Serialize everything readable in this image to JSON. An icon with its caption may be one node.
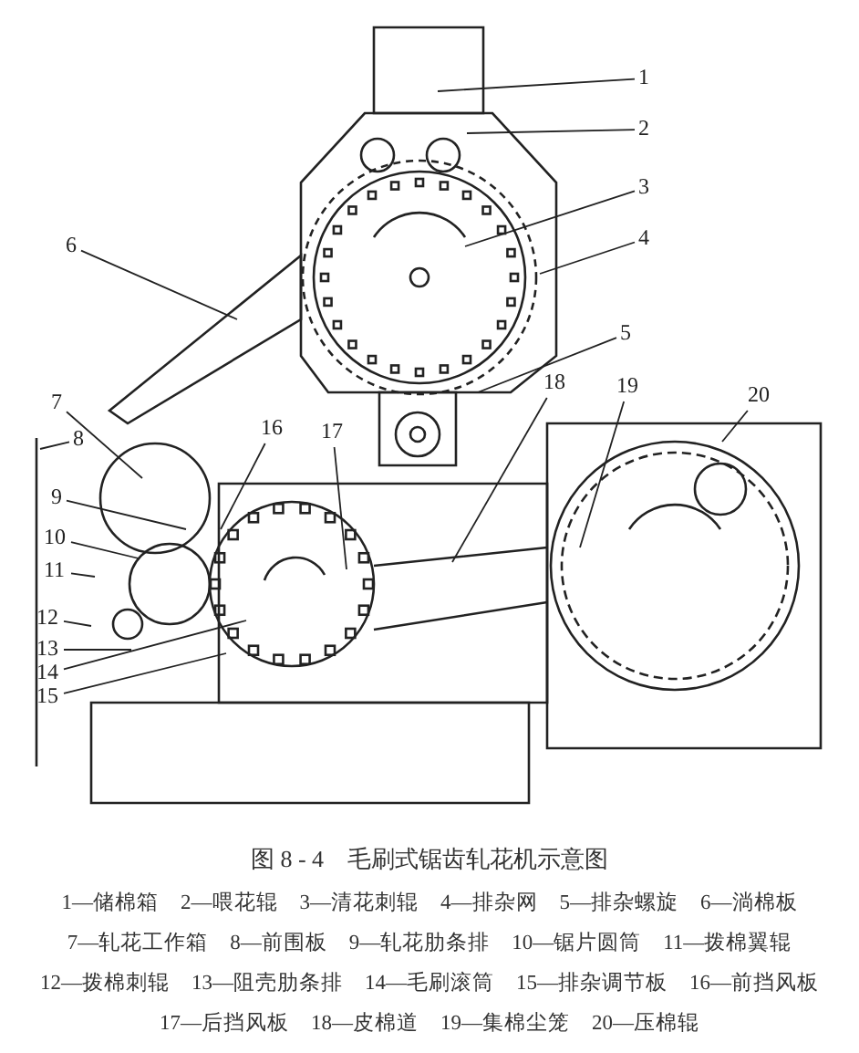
{
  "diagram": {
    "title": "图 8 - 4　毛刷式锯齿轧花机示意图",
    "nodes": [
      {
        "text": [
          "1"
        ]
      },
      {
        "text": [
          "2"
        ]
      },
      {
        "text": [
          "3"
        ]
      },
      {
        "text": [
          "4"
        ]
      },
      {
        "text": [
          "5"
        ]
      },
      {
        "text": [
          "6"
        ]
      },
      {
        "text": [
          "7"
        ]
      },
      {
        "text": [
          "8"
        ]
      },
      {
        "text": [
          "9"
        ]
      },
      {
        "text": [
          "10"
        ]
      },
      {
        "text": [
          "11"
        ]
      },
      {
        "text": [
          "12"
        ]
      },
      {
        "text": [
          "13"
        ]
      },
      {
        "text": [
          "14"
        ]
      },
      {
        "text": [
          "15"
        ]
      },
      {
        "text": [
          "16"
        ]
      },
      {
        "text": [
          "17"
        ]
      },
      {
        "text": [
          "18"
        ]
      },
      {
        "text": [
          "19"
        ]
      },
      {
        "text": [
          "20"
        ]
      }
    ],
    "edges": [
      {
        "from": 0,
        "to": null,
        "arrow": "none"
      },
      {
        "from": 1,
        "to": null,
        "arrow": "none"
      },
      {
        "from": 2,
        "to": null,
        "arrow": "none"
      },
      {
        "from": 3,
        "to": null,
        "arrow": "none"
      },
      {
        "from": 4,
        "to": null,
        "arrow": "none"
      },
      {
        "from": 5,
        "to": null,
        "arrow": "none"
      },
      {
        "from": 6,
        "to": null,
        "arrow": "none"
      },
      {
        "from": 7,
        "to": null,
        "arrow": "none"
      },
      {
        "from": 8,
        "to": null,
        "arrow": "none"
      },
      {
        "from": 9,
        "to": null,
        "arrow": "none"
      },
      {
        "from": 10,
        "to": null,
        "arrow": "none"
      },
      {
        "from": 11,
        "to": null,
        "arrow": "none"
      },
      {
        "from": 12,
        "to": null,
        "arrow": "none"
      },
      {
        "from": 13,
        "to": null,
        "arrow": "none"
      },
      {
        "from": 14,
        "to": null,
        "arrow": "none"
      },
      {
        "from": 15,
        "to": null,
        "arrow": "none"
      },
      {
        "from": 16,
        "to": null,
        "arrow": "none"
      },
      {
        "from": 17,
        "to": null,
        "arrow": "none"
      },
      {
        "from": 18,
        "to": null,
        "arrow": "none"
      },
      {
        "from": 19,
        "to": null,
        "arrow": "none"
      }
    ],
    "labels": [
      "1—储棉箱",
      "2—喂花辊",
      "3—清花刺辊",
      "4—排杂网",
      "5—排杂螺旋",
      "6—淌棉板",
      "7—轧花工作箱",
      "8—前围板",
      "9—轧花肋条排",
      "10—锯片圆筒",
      "11—拨棉翼辊",
      "12—拨棉刺辊",
      "13—阻壳肋条排",
      "14—毛刷滚筒",
      "15—排杂调节板",
      "16—前挡风板",
      "17—后挡风板",
      "18—皮棉道",
      "19—集棉尘笼",
      "20—压棉辊"
    ]
  }
}
